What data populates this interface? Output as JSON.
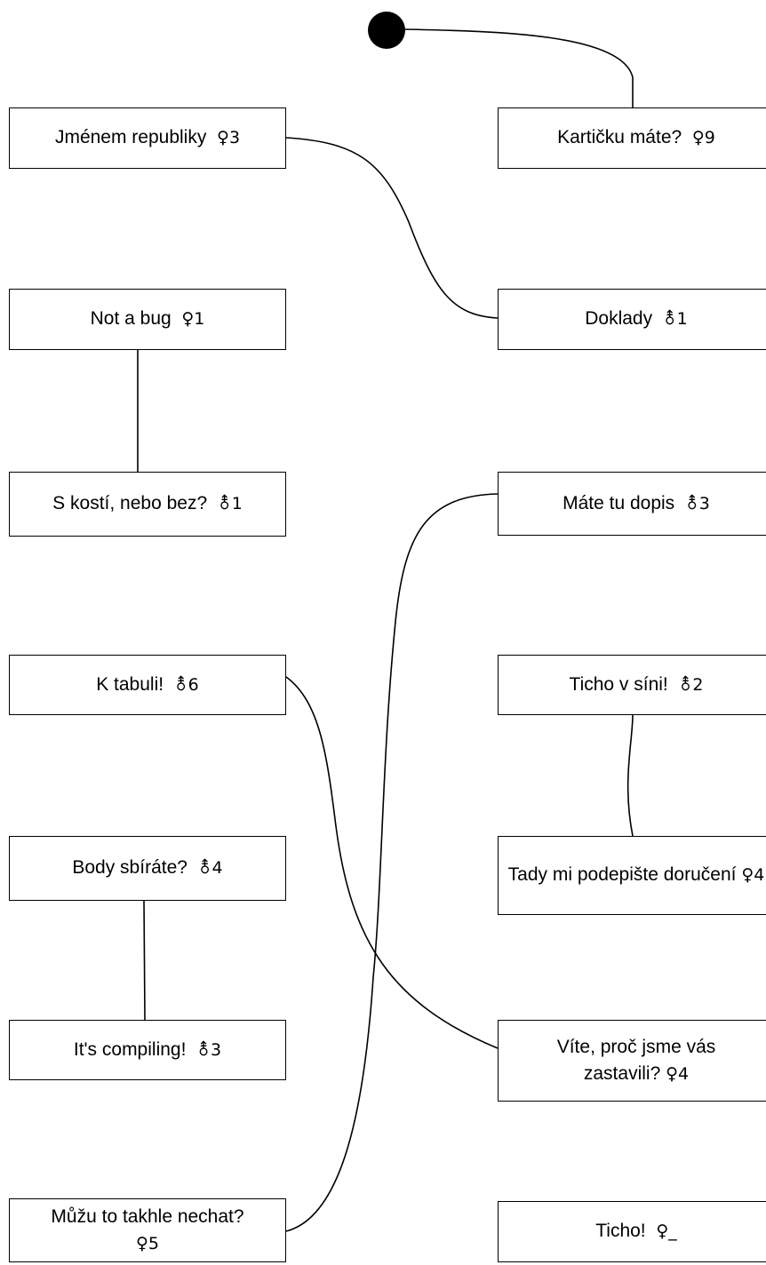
{
  "nodes": [
    {
      "id": "jmenem-republiky",
      "text": "Jménem republiky",
      "tag": "♀3"
    },
    {
      "id": "karticku-mate",
      "text": "Kartičku máte?",
      "tag": "♀9"
    },
    {
      "id": "not-a-bug",
      "text": "Not a bug",
      "tag": "♀1"
    },
    {
      "id": "doklady",
      "text": "Doklady",
      "tag": "⚨1"
    },
    {
      "id": "s-kosti",
      "text": "S kostí, nebo bez?",
      "tag": "⚨1"
    },
    {
      "id": "mate-tu-dopis",
      "text": "Máte tu dopis",
      "tag": "⚨3"
    },
    {
      "id": "k-tabuli",
      "text": "K tabuli!",
      "tag": "⚨6"
    },
    {
      "id": "ticho-v-sini",
      "text": "Ticho v síni!",
      "tag": "⚨2"
    },
    {
      "id": "body-sbirate",
      "text": "Body sbíráte?",
      "tag": "⚨4"
    },
    {
      "id": "tady-mi-podepiste",
      "text": "Tady mi podepište doručení",
      "tag": "♀4"
    },
    {
      "id": "its-compiling",
      "text": "It's compiling!",
      "tag": "⚨3"
    },
    {
      "id": "vite-proc",
      "text": "Víte, proč jsme vás zastavili?",
      "tag": "♀4"
    },
    {
      "id": "muzu-to-takhle",
      "text": "Můžu to takhle nechat?",
      "tag": "♀5"
    },
    {
      "id": "ticho",
      "text": "Ticho!",
      "tag": "♀_"
    }
  ],
  "edges": [
    {
      "from": "start",
      "to": "karticku-mate"
    },
    {
      "from": "jmenem-republiky",
      "to": "doklady"
    },
    {
      "from": "not-a-bug",
      "to": "s-kosti"
    },
    {
      "from": "mate-tu-dopis",
      "to": "muzu-to-takhle"
    },
    {
      "from": "k-tabuli",
      "to": "vite-proc"
    },
    {
      "from": "ticho-v-sini",
      "to": "tady-mi-podepiste"
    },
    {
      "from": "body-sbirate",
      "to": "its-compiling"
    }
  ]
}
